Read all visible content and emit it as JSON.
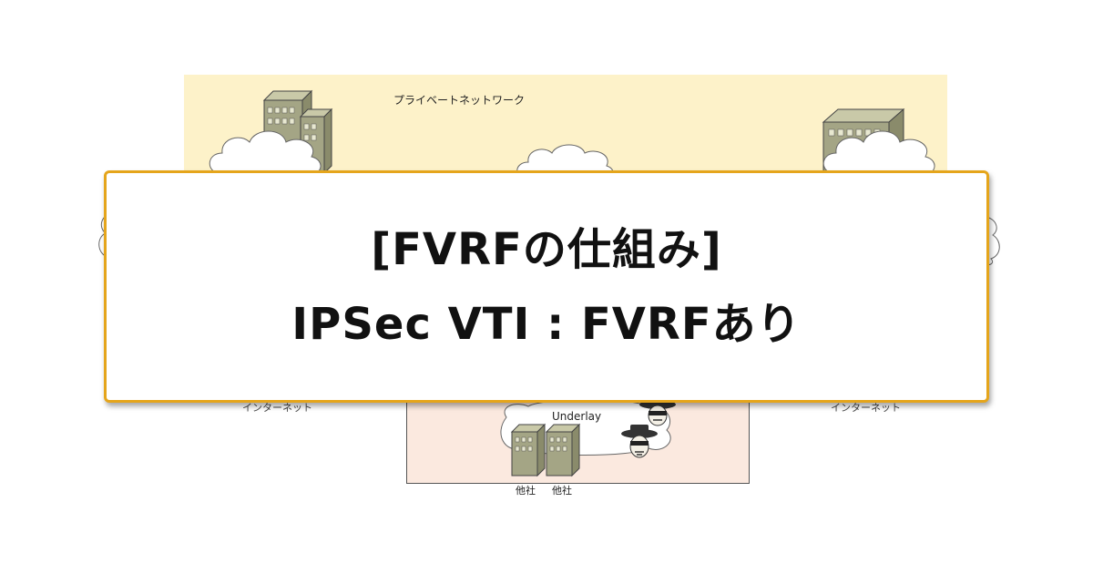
{
  "diagram": {
    "labels": {
      "private_network": "プライベートネットワーク",
      "underlay": "Underlay",
      "other_company_1": "他社",
      "other_company_2": "他社",
      "internet_left": "インターネット",
      "internet_right": "インターネット"
    },
    "icons": {
      "building": "building-icon",
      "cloud": "cloud-icon",
      "attacker": "hacker-icon"
    },
    "colors": {
      "private_zone": "#fdf2c9",
      "underlay_zone": "#fbe9df",
      "card_border": "#e5a51b"
    }
  },
  "title": {
    "line1": "[FVRFの仕組み]",
    "line2": "IPSec VTI : FVRFあり"
  }
}
